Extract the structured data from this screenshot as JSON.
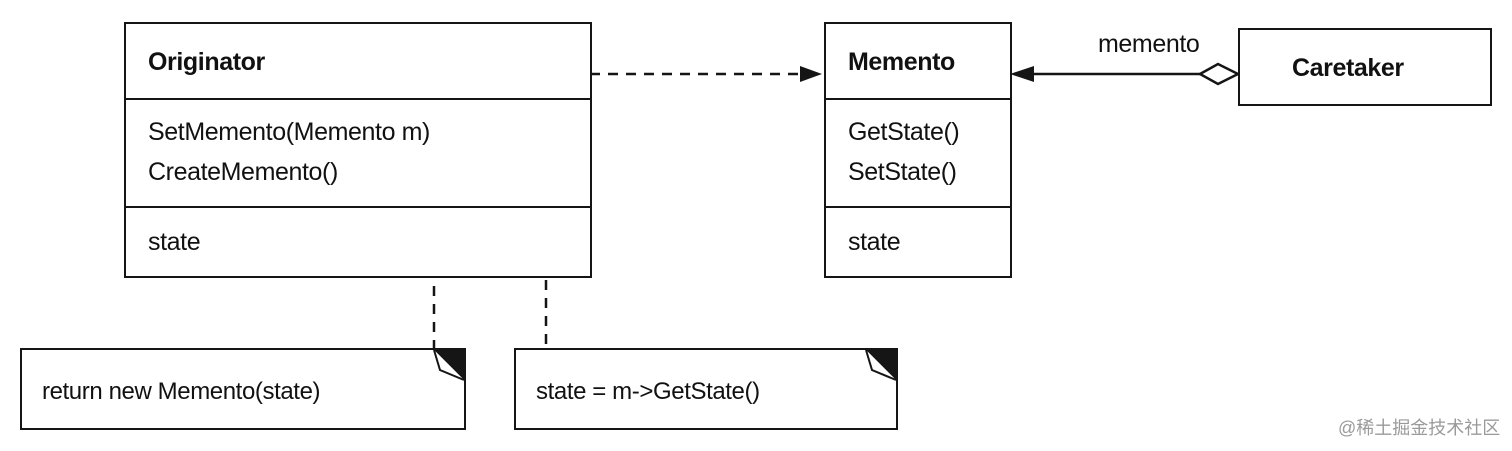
{
  "classes": {
    "originator": {
      "name": "Originator",
      "operations": [
        "SetMemento(Memento m)",
        "CreateMemento()"
      ],
      "attributes": [
        "state"
      ]
    },
    "memento": {
      "name": "Memento",
      "operations": [
        "GetState()",
        "SetState()"
      ],
      "attributes": [
        "state"
      ]
    },
    "caretaker": {
      "name": "Caretaker"
    }
  },
  "association": {
    "role_label": "memento"
  },
  "notes": {
    "create_memento": "return new Memento(state)",
    "set_memento": "state = m->GetState()"
  },
  "watermark": "@稀土掘金技术社区",
  "colors": {
    "ink": "#151515",
    "background": "#ffffff",
    "watermark": "#9a9a9a"
  }
}
